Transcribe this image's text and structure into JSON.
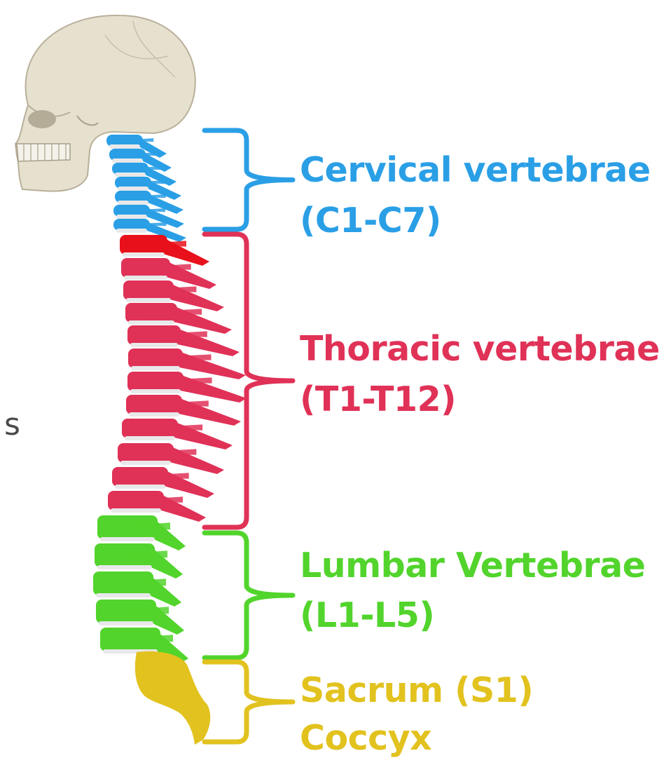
{
  "edge_text": "s",
  "colors": {
    "cervical": "#2a9fe6",
    "thoracic": "#e03157",
    "thoracic_t1": "#e8111b",
    "lumbar": "#52d42c",
    "sacral": "#e2c21e",
    "bone": "#e6e0cf",
    "disc": "#e8e8ea"
  },
  "regions": [
    {
      "key": "cervical",
      "line1": "Cervical vertebrae",
      "line2": "(C1-C7)"
    },
    {
      "key": "thoracic",
      "line1": "Thoracic vertebrae",
      "line2": "(T1-T12)"
    },
    {
      "key": "lumbar",
      "line1": "Lumbar Vertebrae",
      "line2": "(L1-L5)"
    },
    {
      "key": "sacral",
      "line1": "Sacrum (S1)",
      "line2": "Coccyx"
    }
  ]
}
